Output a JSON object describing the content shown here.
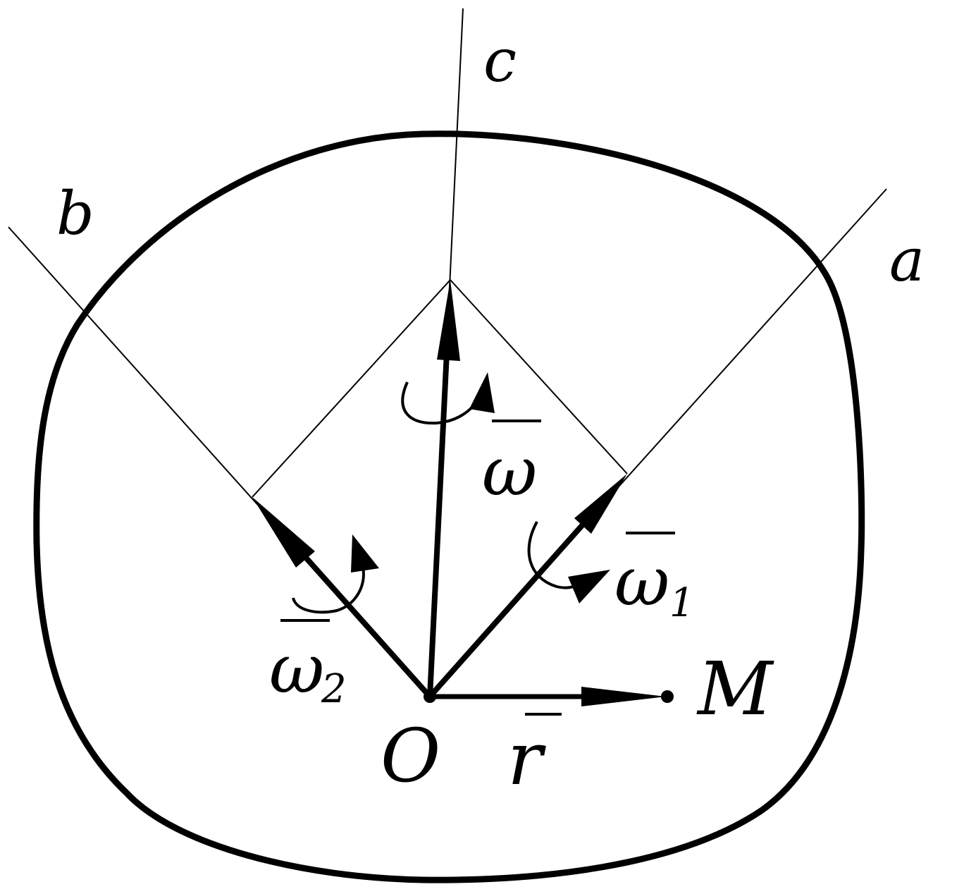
{
  "labels": {
    "axis_a": "a",
    "axis_b": "b",
    "axis_c": "c",
    "omega": "ω",
    "omega_1": "ω",
    "omega_1_sub": "1",
    "omega_2": "ω",
    "omega_2_sub": "2",
    "origin": "O",
    "point": "M",
    "radius": "r"
  },
  "colors": {
    "ink": "#000000",
    "background": "#ffffff"
  }
}
